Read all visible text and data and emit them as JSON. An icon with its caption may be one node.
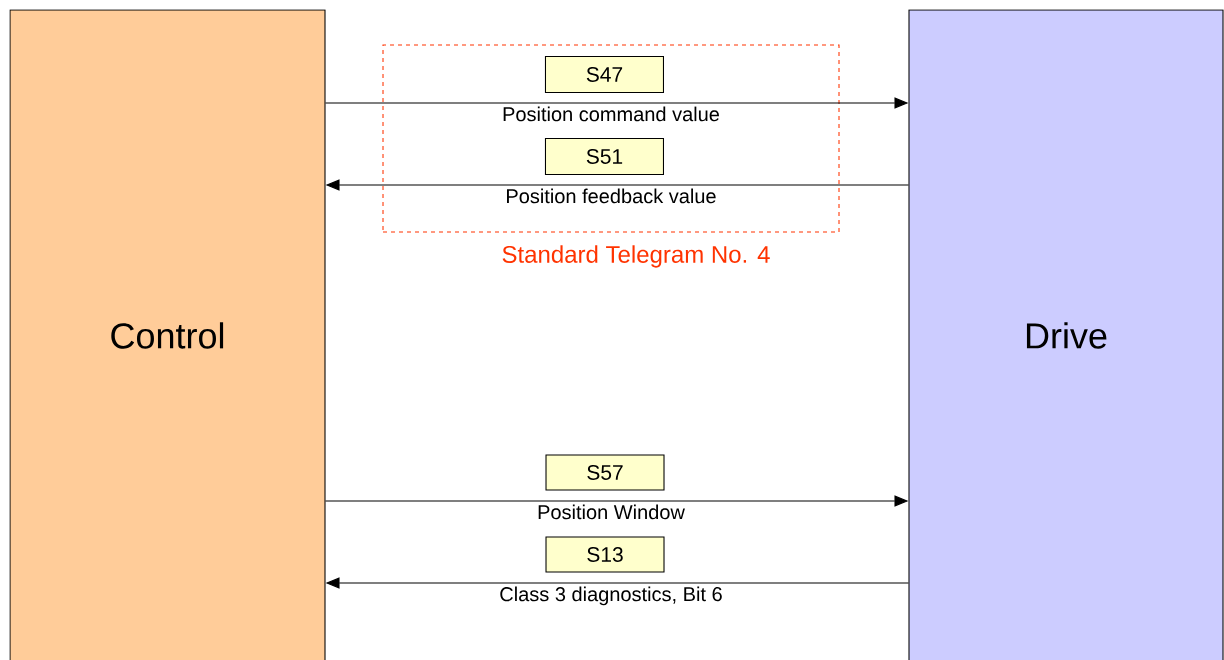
{
  "diagram": {
    "nodes": [
      {
        "text": [
          "Control"
        ]
      },
      {
        "text": [
          "Drive"
        ]
      },
      {
        "text": [
          "Standard Telegram No. 4"
        ]
      },
      {
        "text": [
          "S47"
        ],
        "in": 2
      },
      {
        "text": [
          "S51"
        ],
        "in": 2
      },
      {
        "text": [
          "S57"
        ]
      },
      {
        "text": [
          "S13"
        ]
      }
    ],
    "edges": [
      {
        "from": 0,
        "to": 1,
        "arrow": "to",
        "label": "Position command value"
      },
      {
        "from": 1,
        "to": 0,
        "arrow": "to",
        "label": "Position feedback value"
      },
      {
        "from": 0,
        "to": 1,
        "arrow": "to",
        "label": "Position Window"
      },
      {
        "from": 1,
        "to": 0,
        "arrow": "to",
        "label": "Class 3 diagnostics, Bit 6"
      }
    ]
  }
}
